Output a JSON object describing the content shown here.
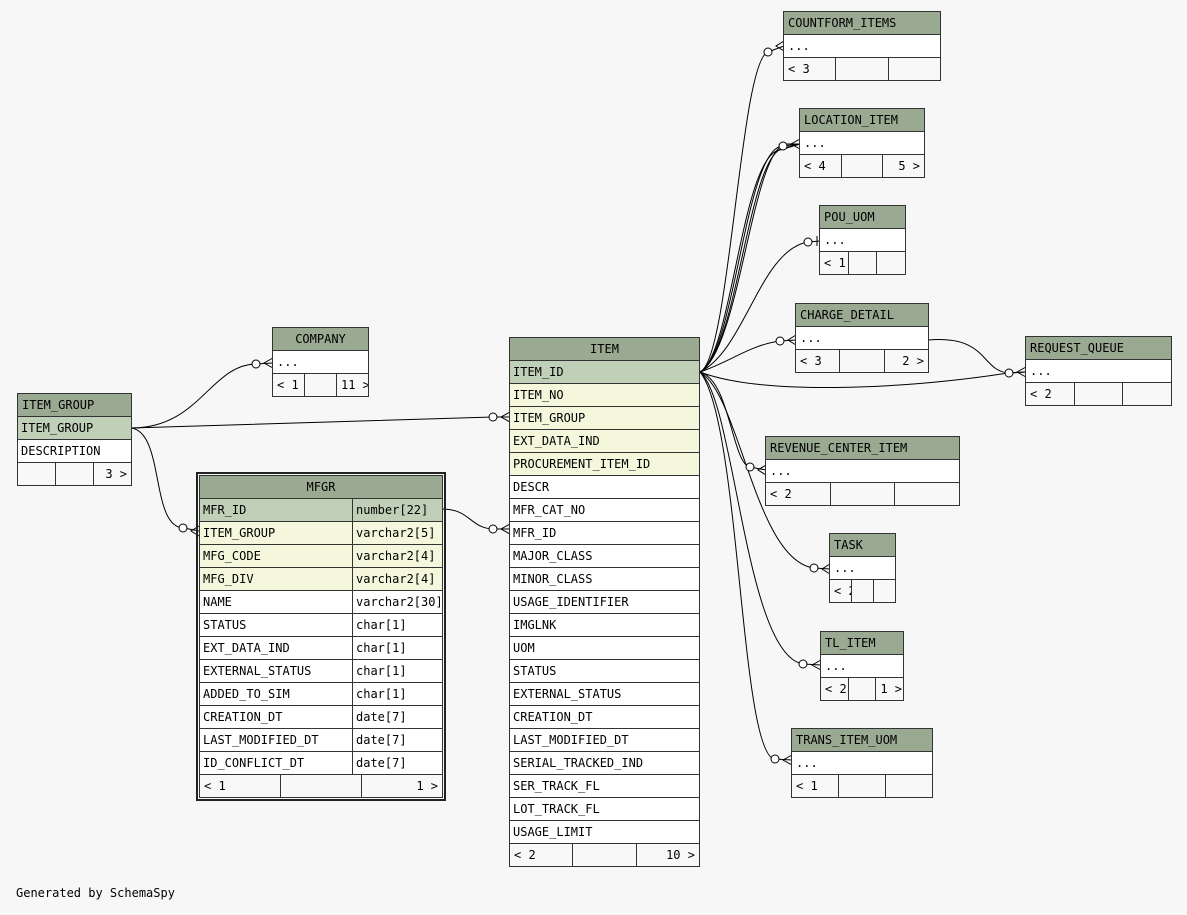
{
  "tables": {
    "countform_items": {
      "title": "COUNTFORM_ITEMS",
      "dots": "...",
      "parents": "< 3",
      "children": ""
    },
    "location_item": {
      "title": "LOCATION_ITEM",
      "dots": "...",
      "parents": "< 4",
      "children": "5 >"
    },
    "pou_uom": {
      "title": "POU_UOM",
      "dots": "...",
      "parents": "< 1",
      "children": ""
    },
    "charge_detail": {
      "title": "CHARGE_DETAIL",
      "dots": "...",
      "parents": "< 3",
      "children": "2 >"
    },
    "request_queue": {
      "title": "REQUEST_QUEUE",
      "dots": "...",
      "parents": "< 2",
      "children": ""
    },
    "revenue_center_item": {
      "title": "REVENUE_CENTER_ITEM",
      "dots": "...",
      "parents": "< 2",
      "children": ""
    },
    "task": {
      "title": "TASK",
      "dots": "...",
      "parents": "< 2",
      "children": ""
    },
    "tl_item": {
      "title": "TL_ITEM",
      "dots": "...",
      "parents": "< 2",
      "children": "1 >"
    },
    "trans_item_uom": {
      "title": "TRANS_ITEM_UOM",
      "dots": "...",
      "parents": "< 1",
      "children": ""
    },
    "company": {
      "title": "COMPANY",
      "dots": "...",
      "parents": "< 1",
      "children": "11 >"
    },
    "item_group": {
      "title": "ITEM_GROUP",
      "columns": [
        "ITEM_GROUP",
        "DESCRIPTION"
      ],
      "parents": "",
      "children": "3 >"
    },
    "mfgr": {
      "title": "MFGR",
      "columns": [
        {
          "name": "MFR_ID",
          "type": "number[22]"
        },
        {
          "name": "ITEM_GROUP",
          "type": "varchar2[5]"
        },
        {
          "name": "MFG_CODE",
          "type": "varchar2[4]"
        },
        {
          "name": "MFG_DIV",
          "type": "varchar2[4]"
        },
        {
          "name": "NAME",
          "type": "varchar2[30]"
        },
        {
          "name": "STATUS",
          "type": "char[1]"
        },
        {
          "name": "EXT_DATA_IND",
          "type": "char[1]"
        },
        {
          "name": "EXTERNAL_STATUS",
          "type": "char[1]"
        },
        {
          "name": "ADDED_TO_SIM",
          "type": "char[1]"
        },
        {
          "name": "CREATION_DT",
          "type": "date[7]"
        },
        {
          "name": "LAST_MODIFIED_DT",
          "type": "date[7]"
        },
        {
          "name": "ID_CONFLICT_DT",
          "type": "date[7]"
        }
      ],
      "parents": "< 1",
      "children": "1 >"
    },
    "item": {
      "title": "ITEM",
      "columns": [
        "ITEM_ID",
        "ITEM_NO",
        "ITEM_GROUP",
        "EXT_DATA_IND",
        "PROCUREMENT_ITEM_ID",
        "DESCR",
        "MFR_CAT_NO",
        "MFR_ID",
        "MAJOR_CLASS",
        "MINOR_CLASS",
        "USAGE_IDENTIFIER",
        "IMGLNK",
        "UOM",
        "STATUS",
        "EXTERNAL_STATUS",
        "CREATION_DT",
        "LAST_MODIFIED_DT",
        "SERIAL_TRACKED_IND",
        "SER_TRACK_FL",
        "LOT_TRACK_FL",
        "USAGE_LIMIT"
      ],
      "parents": "< 2",
      "children": "10 >"
    }
  },
  "footer": "Generated by SchemaSpy",
  "colors": {
    "header": "#9aaa92",
    "primary_key": "#c0d0b8",
    "foreign_key": "#f4f7dc",
    "background": "#f7f7f7"
  }
}
